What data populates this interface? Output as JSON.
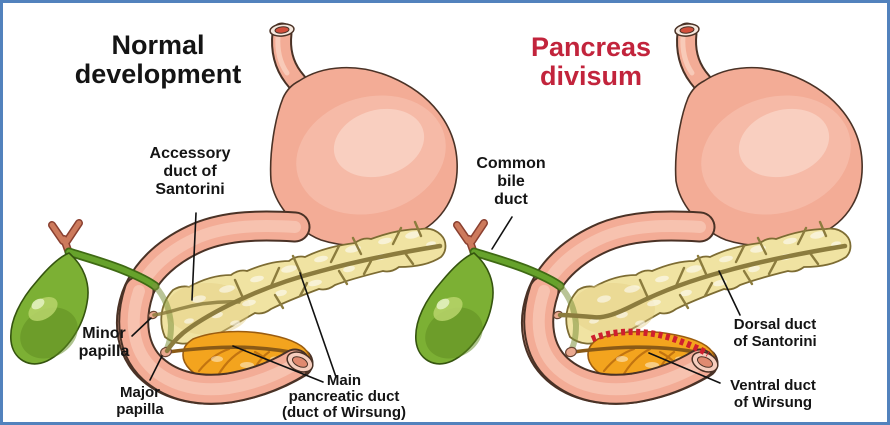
{
  "figure": {
    "description": "Comparison diagram of pancreatic duct anatomy",
    "border_color": "#5282bd",
    "background_color": "#ffffff"
  },
  "panels": {
    "normal": {
      "title": {
        "text": "Normal development",
        "lines": [
          "Normal",
          "development"
        ],
        "color": "#141414"
      },
      "labels": {
        "accessory_duct": {
          "text": "Accessory duct of Santorini",
          "lines": [
            "Accessory",
            "duct of",
            "Santorini"
          ]
        },
        "minor_papilla": {
          "text": "Minor papilla",
          "lines": [
            "Minor",
            "papilla"
          ]
        },
        "major_papilla": {
          "text": "Major papilla",
          "lines": [
            "Major",
            "papilla"
          ]
        },
        "main_pancreatic_duct": {
          "text": "Main pancreatic duct (duct of Wirsung)",
          "lines": [
            "Main",
            "pancreatic duct",
            "(duct of Wirsung)"
          ]
        }
      }
    },
    "divisum": {
      "title": {
        "text": "Pancreas divisum",
        "lines": [
          "Pancreas",
          "divisum"
        ],
        "color": "#c2243c"
      },
      "labels": {
        "common_bile_duct": {
          "text": "Common bile duct",
          "lines": [
            "Common",
            "bile",
            "duct"
          ]
        },
        "dorsal_duct": {
          "text": "Dorsal duct of Santorini",
          "lines": [
            "Dorsal duct",
            "of Santorini"
          ]
        },
        "ventral_duct": {
          "text": "Ventral duct of Wirsung",
          "lines": [
            "Ventral duct",
            "of Wirsung"
          ]
        }
      }
    }
  },
  "anatomy_colors": {
    "stomach_duodenum": "#f3ac96",
    "stomach_highlight": "#f8cdbb",
    "esophagus_lumen": "#d4503c",
    "pancreas_dorsal": "#f0e3a2",
    "pancreatic_duct": "#8c7c3e",
    "pancreas_ventral": "#f3a41e",
    "ventral_duct": "#8a5a16",
    "gallbladder": "#7cb034",
    "bile_duct": "#66a22b",
    "hepatic_duct": "#cd7a5c",
    "divisum_dashed_line": "#cf1f2e",
    "outline": "#4a3226",
    "pointer_line": "#111111"
  }
}
